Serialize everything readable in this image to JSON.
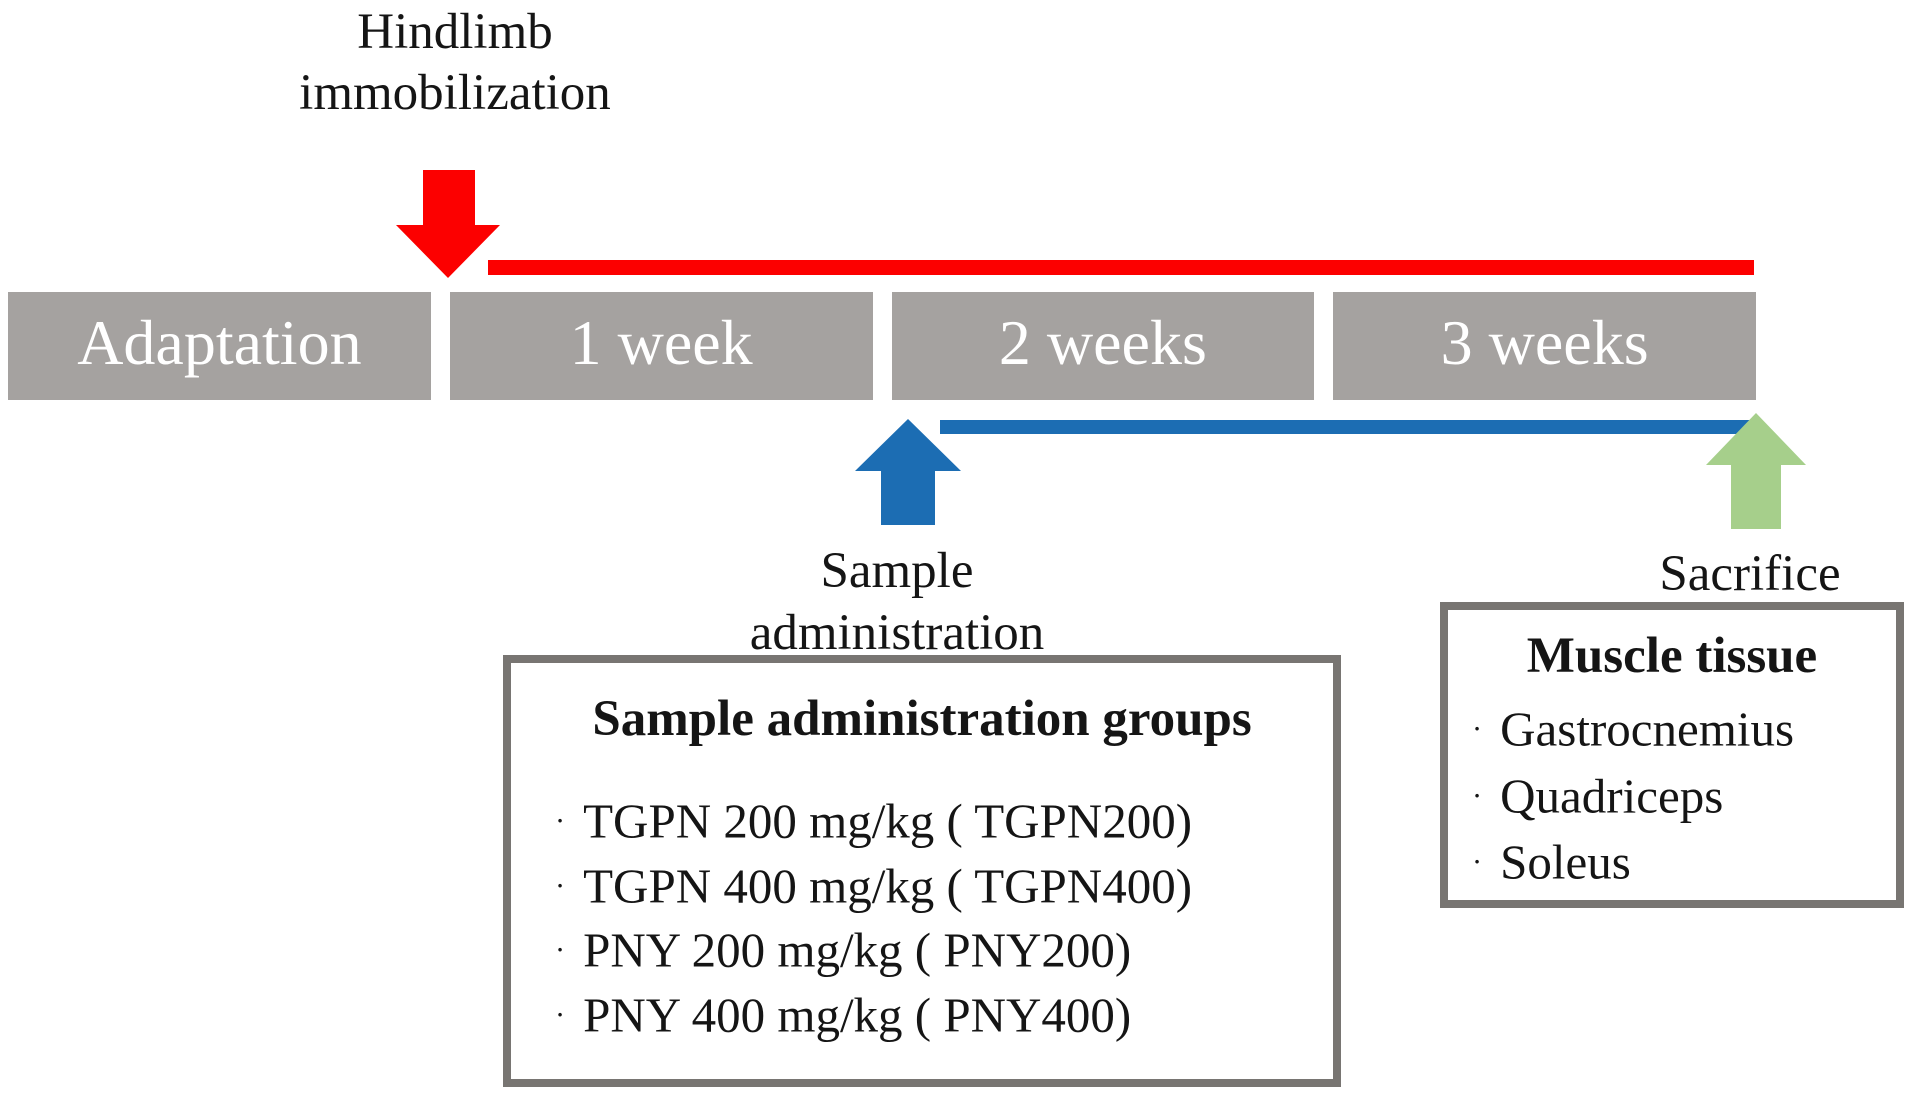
{
  "annotations": {
    "hindlimb_immobilization": {
      "line1": "Hindlimb",
      "line2": "immobilization"
    },
    "sample_administration": {
      "line1": "Sample",
      "line2": "administration"
    },
    "sacrifice": "Sacrifice"
  },
  "timeline": {
    "phases": [
      "Adaptation",
      "1 week",
      "2 weeks",
      "3 weeks"
    ]
  },
  "sample_groups_box": {
    "title": "Sample administration groups",
    "items": [
      "TGPN 200 mg/kg ( TGPN200)",
      "TGPN 400 mg/kg ( TGPN400)",
      "PNY 200 mg/kg ( PNY200)",
      "PNY 400 mg/kg ( PNY400)"
    ]
  },
  "muscle_box": {
    "title": "Muscle tissue",
    "items": [
      "Gastrocnemius",
      "Quadriceps",
      "Soleus"
    ]
  },
  "ui": {
    "bullet_glyph": "·"
  },
  "colors": {
    "red": "#fc0000",
    "blue": "#1c6db3",
    "green": "#a6cf8b",
    "phase_box_gray": "#a5a2a0",
    "box_border_gray": "#787572",
    "phase_text_white": "#ffffff",
    "text_black": "#151515",
    "background": "#ffffff"
  }
}
